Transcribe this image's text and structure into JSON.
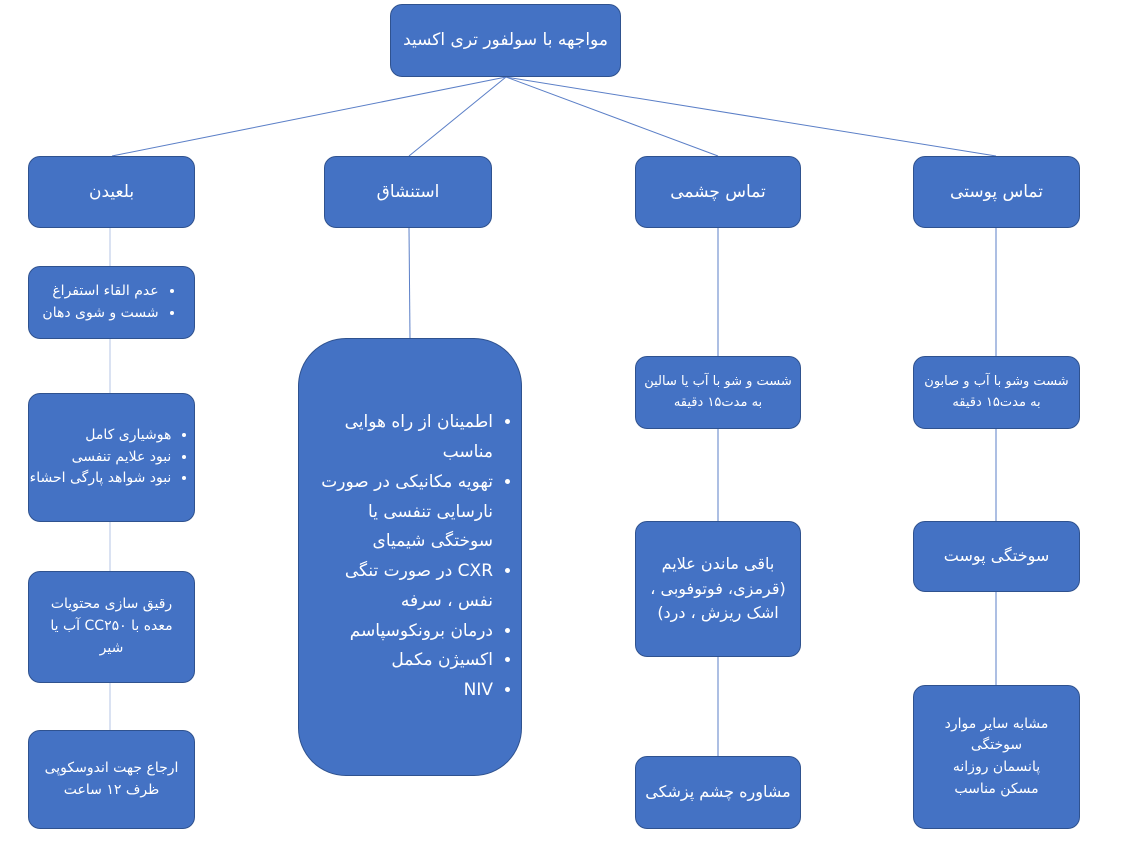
{
  "root": "مواجهه با سولفور تری اکسید",
  "branches": [
    {
      "title": "بلعیدن",
      "items": [
        {
          "bullets": [
            "عدم القاء استفراغ",
            "شست و شوی دهان"
          ]
        },
        {
          "bullets": [
            "هوشیاری کامل",
            "نبود علایم تنفسی",
            "نبود شواهد پارگی احشاء"
          ]
        },
        {
          "text": "رقیق سازی محتویات معده با CC۲۵۰ آب یا شیر"
        },
        {
          "text": "ارجاع جهت اندوسکوپی ظرف ۱۲ ساعت"
        }
      ]
    },
    {
      "title": "استنشاق",
      "items": [
        {
          "bullets": [
            "اطمینان از راه هوایی مناسب",
            "تهویه مکانیکی در صورت نارسایی تنفسی یا سوختگی شیمیای",
            "CXR در صورت تنگی نفس ، سرفه",
            "درمان برونکوسپاسم",
            "اکسیژن مکمل",
            "NIV"
          ]
        }
      ]
    },
    {
      "title": "تماس چشمی",
      "items": [
        {
          "text": "شست و شو با آب یا سالین به مدت۱۵ دقیقه"
        },
        {
          "text": "باقی ماندن علایم (قرمزی، فوتوفوبی ، اشک ریزش ، درد)"
        },
        {
          "text": "مشاوره چشم پزشکی"
        }
      ]
    },
    {
      "title": "تماس پوستی",
      "items": [
        {
          "text": "شست وشو با آب و صابون به مدت۱۵ دقیقه"
        },
        {
          "text": "سوختگی پوست"
        },
        {
          "lines": [
            "مشابه سایر موارد",
            "سوختگی",
            "پانسمان روزانه",
            "مسکن مناسب"
          ]
        }
      ]
    }
  ],
  "colors": {
    "box": "#4472C4",
    "border": "#2F528F",
    "line": "#4472C4"
  }
}
